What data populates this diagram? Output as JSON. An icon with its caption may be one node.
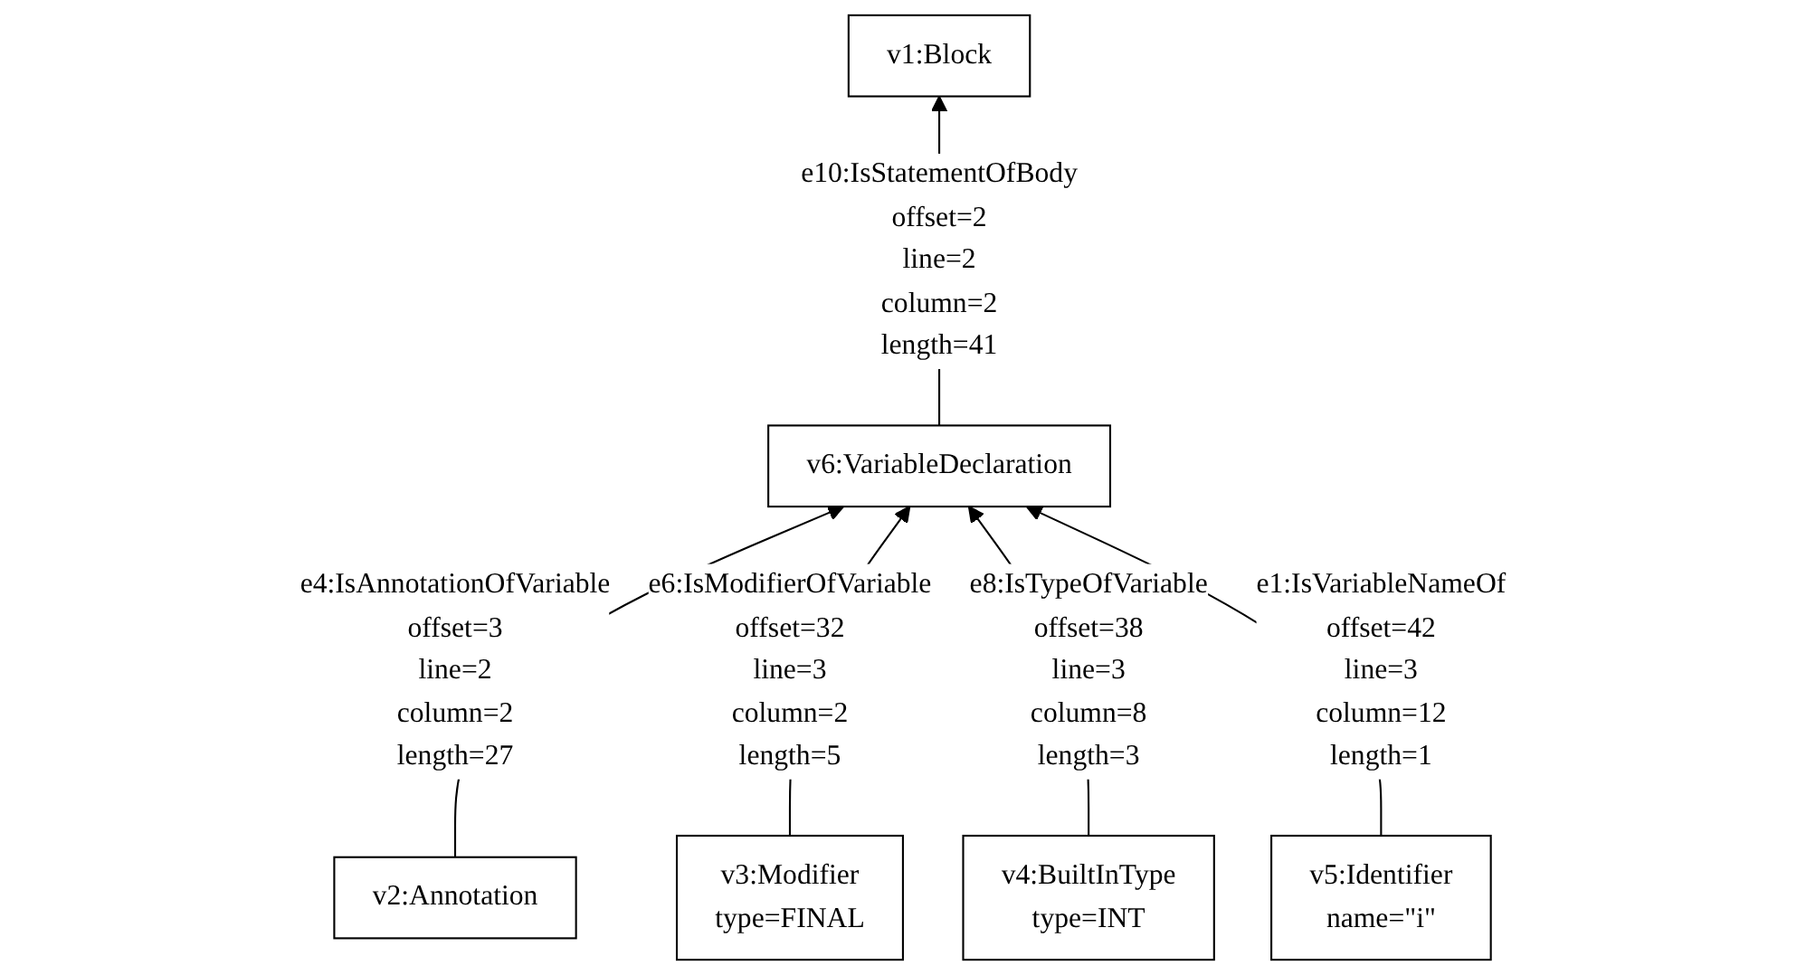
{
  "diagram": {
    "nodes": [
      {
        "text": [
          "v1:Block"
        ]
      },
      {
        "text": [
          "v6:VariableDeclaration"
        ]
      },
      {
        "text": [
          "v2:Annotation"
        ]
      },
      {
        "text": [
          "v3:Modifier",
          "type=FINAL"
        ]
      },
      {
        "text": [
          "v4:BuiltInType",
          "type=INT"
        ]
      },
      {
        "text": [
          "v5:Identifier",
          "name=\"i\""
        ]
      }
    ],
    "edges": [
      {
        "from": 1,
        "to": 0,
        "arrow": "to",
        "label": "e10:IsStatementOfBody offset=2 line=2 column=2 length=41"
      },
      {
        "from": 2,
        "to": 1,
        "arrow": "to",
        "label": "e4:IsAnnotationOfVariable offset=3 line=2 column=2 length=27"
      },
      {
        "from": 3,
        "to": 1,
        "arrow": "to",
        "label": "e6:IsModifierOfVariable offset=32 line=3 column=2 length=5"
      },
      {
        "from": 4,
        "to": 1,
        "arrow": "to",
        "label": "e8:IsTypeOfVariable offset=38 line=3 column=8 length=3"
      },
      {
        "from": 5,
        "to": 1,
        "arrow": "to",
        "label": "e1:IsVariableNameOf offset=42 line=3 column=12 length=1"
      }
    ]
  }
}
